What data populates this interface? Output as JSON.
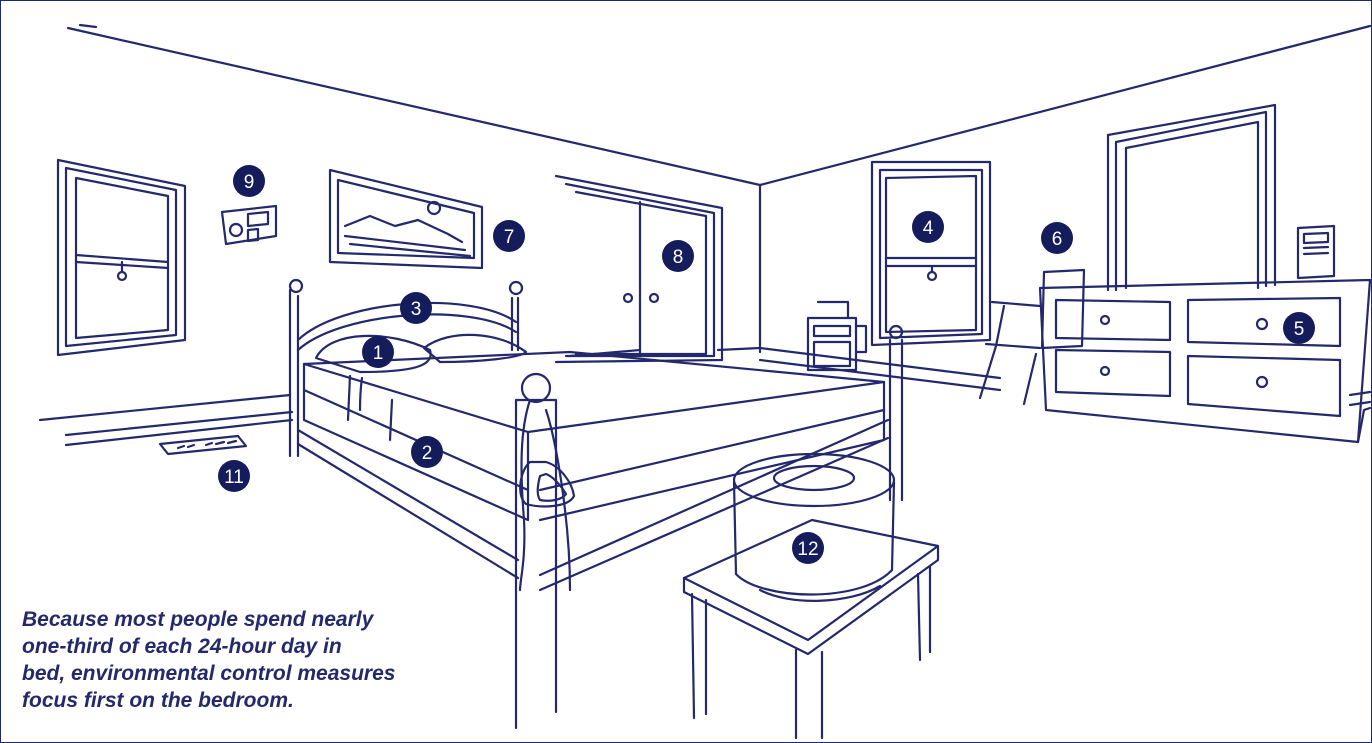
{
  "colors": {
    "line": "#24296b",
    "marker_fill": "#151c5c",
    "marker_text": "#ffffff",
    "background": "#ffffff"
  },
  "markers": [
    {
      "id": "1",
      "label": "1"
    },
    {
      "id": "2",
      "label": "2"
    },
    {
      "id": "3",
      "label": "3"
    },
    {
      "id": "4",
      "label": "4"
    },
    {
      "id": "5",
      "label": "5"
    },
    {
      "id": "6",
      "label": "6"
    },
    {
      "id": "7",
      "label": "7"
    },
    {
      "id": "8",
      "label": "8"
    },
    {
      "id": "9",
      "label": "9"
    },
    {
      "id": "11",
      "label": "11"
    },
    {
      "id": "12",
      "label": "12"
    }
  ],
  "caption": {
    "line1": "Because most people spend nearly",
    "line2": "one-third of each 24-hour day in",
    "line3": "bed, environmental control measures",
    "line4": "focus first on the bedroom."
  }
}
